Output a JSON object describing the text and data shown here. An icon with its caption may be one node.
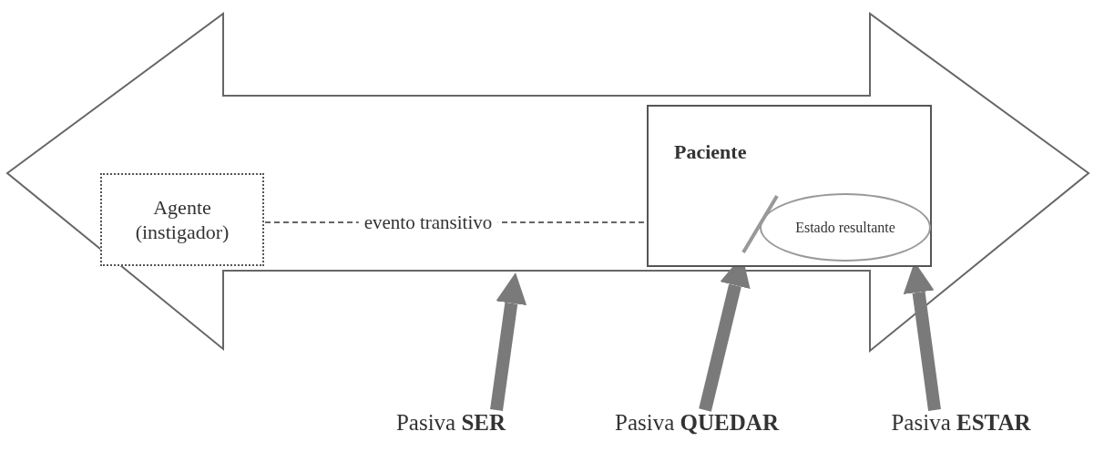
{
  "diagram": {
    "nodes": [
      {
        "text": [],
        "shape": "arrow"
      },
      {
        "text": [
          "Agente (instigador)"
        ],
        "in": 0
      },
      {
        "text": [
          "Paciente"
        ],
        "in": 0
      },
      {
        "text": [],
        "shape": "line",
        "in": 2
      },
      {
        "text": [
          "Estado resultante"
        ],
        "in": 2
      },
      {
        "text": [
          "Pasiva **SER**"
        ]
      },
      {
        "text": [
          "Pasiva **QUEDAR**"
        ]
      },
      {
        "text": [
          "Pasiva **ESTAR**"
        ]
      }
    ],
    "edges": [
      {
        "from": 1,
        "to": 2,
        "arrow": "none",
        "label": "evento transitivo",
        "style": "dashed"
      },
      {
        "from": 5,
        "to": 0,
        "arrow": "to",
        "color": "#7a7a7a"
      },
      {
        "from": 6,
        "to": 3,
        "arrow": "to",
        "color": "#7a7a7a"
      },
      {
        "from": 7,
        "to": 4,
        "arrow": "to",
        "color": "#7a7a7a"
      }
    ]
  }
}
